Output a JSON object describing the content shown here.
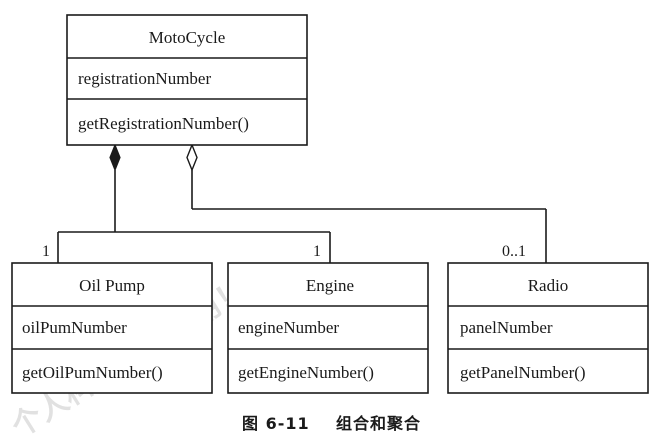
{
  "classes": {
    "motocycle": {
      "name": "MotoCycle",
      "attribute": "registrationNumber",
      "operation": "getRegistrationNumber()"
    },
    "oil_pump": {
      "name": "Oil Pump",
      "attribute": "oilPumNumber",
      "operation": "getOilPumNumber()"
    },
    "engine": {
      "name": "Engine",
      "attribute": "engineNumber",
      "operation": "getEngineNumber()"
    },
    "radio": {
      "name": "Radio",
      "attribute": "panelNumber",
      "operation": "getPanelNumber()"
    }
  },
  "relationships": {
    "composition": {
      "kind": "composition",
      "oil_pump_multiplicity": "1",
      "engine_multiplicity": "1"
    },
    "aggregation": {
      "kind": "aggregation",
      "radio_multiplicity": "0..1"
    }
  },
  "watermark": "个人科研教学使用！",
  "caption": {
    "figure_number": "图 6-11",
    "title": "组合和聚合"
  }
}
